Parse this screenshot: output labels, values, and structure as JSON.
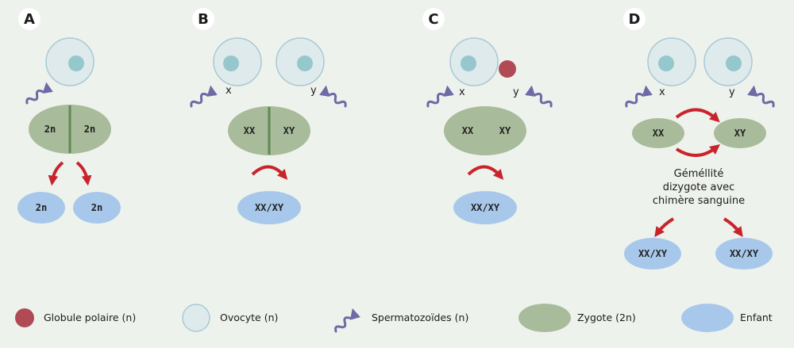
{
  "colors": {
    "background": "#eef2ec",
    "oocyte_fill": "#dfeaed",
    "oocyte_stroke": "#a9c9d3",
    "nucleus": "#95c7cd",
    "zygote": "#a8bb9a",
    "zygote_split": "#5f8a53",
    "child": "#a7c8ea",
    "arrow": "#c8242c",
    "sperm": "#6d6aa6",
    "polar_body": "#b04a55"
  },
  "panels": {
    "a": {
      "label": "A",
      "zygote_left": "2n",
      "zygote_right": "2n",
      "child_left": "2n",
      "child_right": "2n"
    },
    "b": {
      "label": "B",
      "sperm_left": "x",
      "sperm_right": "y",
      "zygote_left": "XX",
      "zygote_right": "XY",
      "child": "XX/XY"
    },
    "c": {
      "label": "C",
      "sperm_left": "x",
      "sperm_right": "y",
      "zygote_left": "XX",
      "zygote_right": "XY",
      "child": "XX/XY"
    },
    "d": {
      "label": "D",
      "sperm_left": "x",
      "sperm_right": "y",
      "zygote_left": "XX",
      "zygote_right": "XY",
      "caption_line1": "Géméllité",
      "caption_line2": "dizygote avec",
      "caption_line3": "chimère sanguine",
      "child_left": "XX/XY",
      "child_right": "XX/XY"
    }
  },
  "legend": {
    "polar_body": "Globule polaire (n)",
    "oocyte": "Ovocyte (n)",
    "sperm": "Spermatozoïdes (n)",
    "zygote": "Zygote (2n)",
    "child": "Enfant"
  }
}
